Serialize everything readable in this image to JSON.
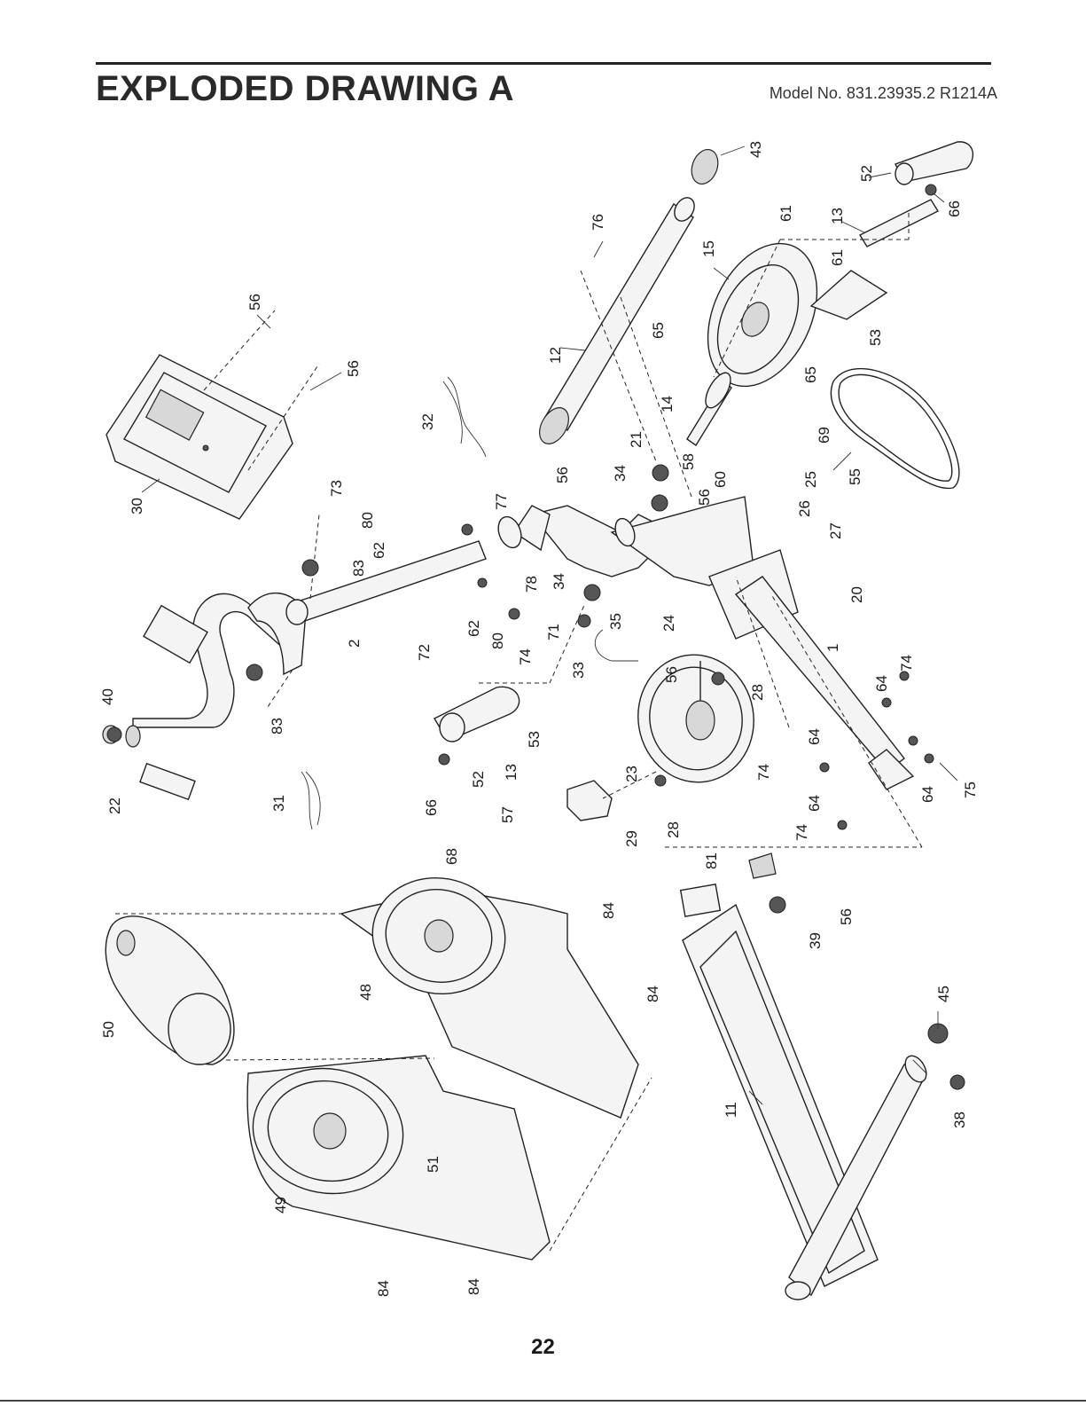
{
  "header": {
    "title": "EXPLODED DRAWING A",
    "model": "Model No. 831.23935.2 R1214A"
  },
  "footer": {
    "page_number": "22"
  },
  "callouts": {
    "c1": "1",
    "c2": "2",
    "c11": "11",
    "c12": "12",
    "c13a": "13",
    "c13b": "13",
    "c14": "14",
    "c15": "15",
    "c20": "20",
    "c21": "21",
    "c22": "22",
    "c23": "23",
    "c24": "24",
    "c25": "25",
    "c26": "26",
    "c27": "27",
    "c28a": "28",
    "c28b": "28",
    "c29": "29",
    "c30": "30",
    "c31": "31",
    "c32": "32",
    "c33": "33",
    "c34a": "34",
    "c34b": "34",
    "c35": "35",
    "c38": "38",
    "c39": "39",
    "c40": "40",
    "c43": "43",
    "c45": "45",
    "c48": "48",
    "c49": "49",
    "c50": "50",
    "c51": "51",
    "c52a": "52",
    "c52b": "52",
    "c53a": "53",
    "c53b": "53",
    "c55": "55",
    "c56a": "56",
    "c56b": "56",
    "c56c": "56",
    "c56d": "56",
    "c56e": "56",
    "c56f": "56",
    "c57": "57",
    "c58": "58",
    "c60": "60",
    "c61a": "61",
    "c61b": "61",
    "c62a": "62",
    "c62b": "62",
    "c64a": "64",
    "c64b": "64",
    "c64c": "64",
    "c64d": "64",
    "c65a": "65",
    "c65b": "65",
    "c66a": "66",
    "c66b": "66",
    "c68": "68",
    "c69": "69",
    "c71": "71",
    "c72": "72",
    "c73": "73",
    "c74a": "74",
    "c74b": "74",
    "c74c": "74",
    "c74d": "74",
    "c75": "75",
    "c76": "76",
    "c77": "77",
    "c78": "78",
    "c80a": "80",
    "c80b": "80",
    "c81": "81",
    "c83a": "83",
    "c83b": "83",
    "c84a": "84",
    "c84b": "84",
    "c84c": "84",
    "c84d": "84"
  }
}
